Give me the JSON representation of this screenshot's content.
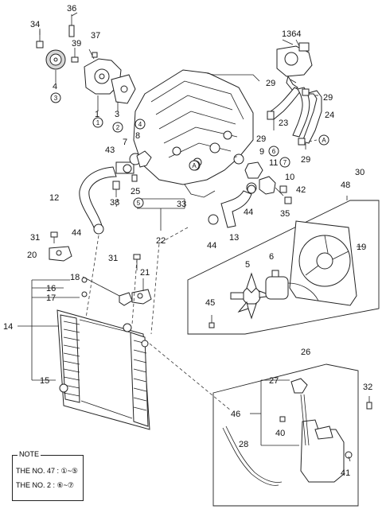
{
  "callouts": [
    {
      "text": "36"
    },
    {
      "text": "34"
    },
    {
      "text": "39"
    },
    {
      "text": "37"
    },
    {
      "text": "4"
    },
    {
      "text": "3"
    },
    {
      "text": "1"
    },
    {
      "text": "1"
    },
    {
      "text": "3"
    },
    {
      "text": "2"
    },
    {
      "text": "1364"
    },
    {
      "text": "29"
    },
    {
      "text": "29"
    },
    {
      "text": "29"
    },
    {
      "text": "23"
    },
    {
      "text": "24"
    },
    {
      "text": "29"
    },
    {
      "text": "A"
    },
    {
      "text": "4"
    },
    {
      "text": "8"
    },
    {
      "text": "7"
    },
    {
      "text": "43"
    },
    {
      "text": "9"
    },
    {
      "text": "6"
    },
    {
      "text": "11"
    },
    {
      "text": "7"
    },
    {
      "text": "10"
    },
    {
      "text": "A"
    },
    {
      "text": "25"
    },
    {
      "text": "5"
    },
    {
      "text": "38"
    },
    {
      "text": "12"
    },
    {
      "text": "33"
    },
    {
      "text": "42"
    },
    {
      "text": "35"
    },
    {
      "text": "30"
    },
    {
      "text": "48"
    },
    {
      "text": "44"
    },
    {
      "text": "13"
    },
    {
      "text": "44"
    },
    {
      "text": "44"
    },
    {
      "text": "22"
    },
    {
      "text": "31"
    },
    {
      "text": "20"
    },
    {
      "text": "31"
    },
    {
      "text": "19"
    },
    {
      "text": "5"
    },
    {
      "text": "6"
    },
    {
      "text": "18"
    },
    {
      "text": "21"
    },
    {
      "text": "16"
    },
    {
      "text": "17"
    },
    {
      "text": "45"
    },
    {
      "text": "14"
    },
    {
      "text": "26"
    },
    {
      "text": "27"
    },
    {
      "text": "15"
    },
    {
      "text": "32"
    },
    {
      "text": "46"
    },
    {
      "text": "40"
    },
    {
      "text": "28"
    },
    {
      "text": "41"
    }
  ],
  "note": {
    "title": "NOTE",
    "lines": [
      {
        "text": "THE NO. 47 : ①~⑤"
      },
      {
        "text": "THE NO.  2 : ⑥~⑦"
      }
    ]
  }
}
